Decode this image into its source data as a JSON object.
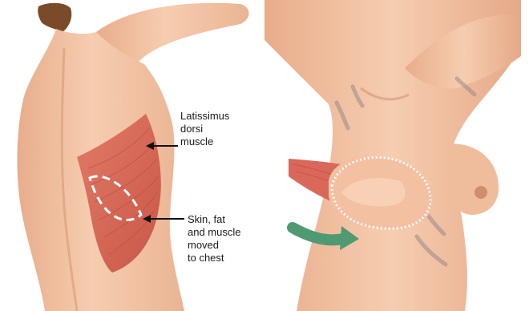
{
  "labels": {
    "latissimus": [
      "Latissimus",
      "dorsi",
      "muscle"
    ],
    "flap": [
      "Skin, fat",
      "and muscle",
      "moved",
      "to chest"
    ]
  },
  "colors": {
    "skin": "#f4c7a6",
    "skin_shadow": "#e4a987",
    "skin_dark": "#d08e6b",
    "muscle": "#d9685a",
    "muscle_dark": "#b8473c",
    "hair": "#7a4a2a",
    "arrow_green": "#4f9a73",
    "suture": "#ffffff",
    "vein": "#9a8a88"
  },
  "icons": {
    "pointer_arrow": "arrow-left-icon",
    "transfer_arrow": "curved-arrow-right-icon"
  }
}
